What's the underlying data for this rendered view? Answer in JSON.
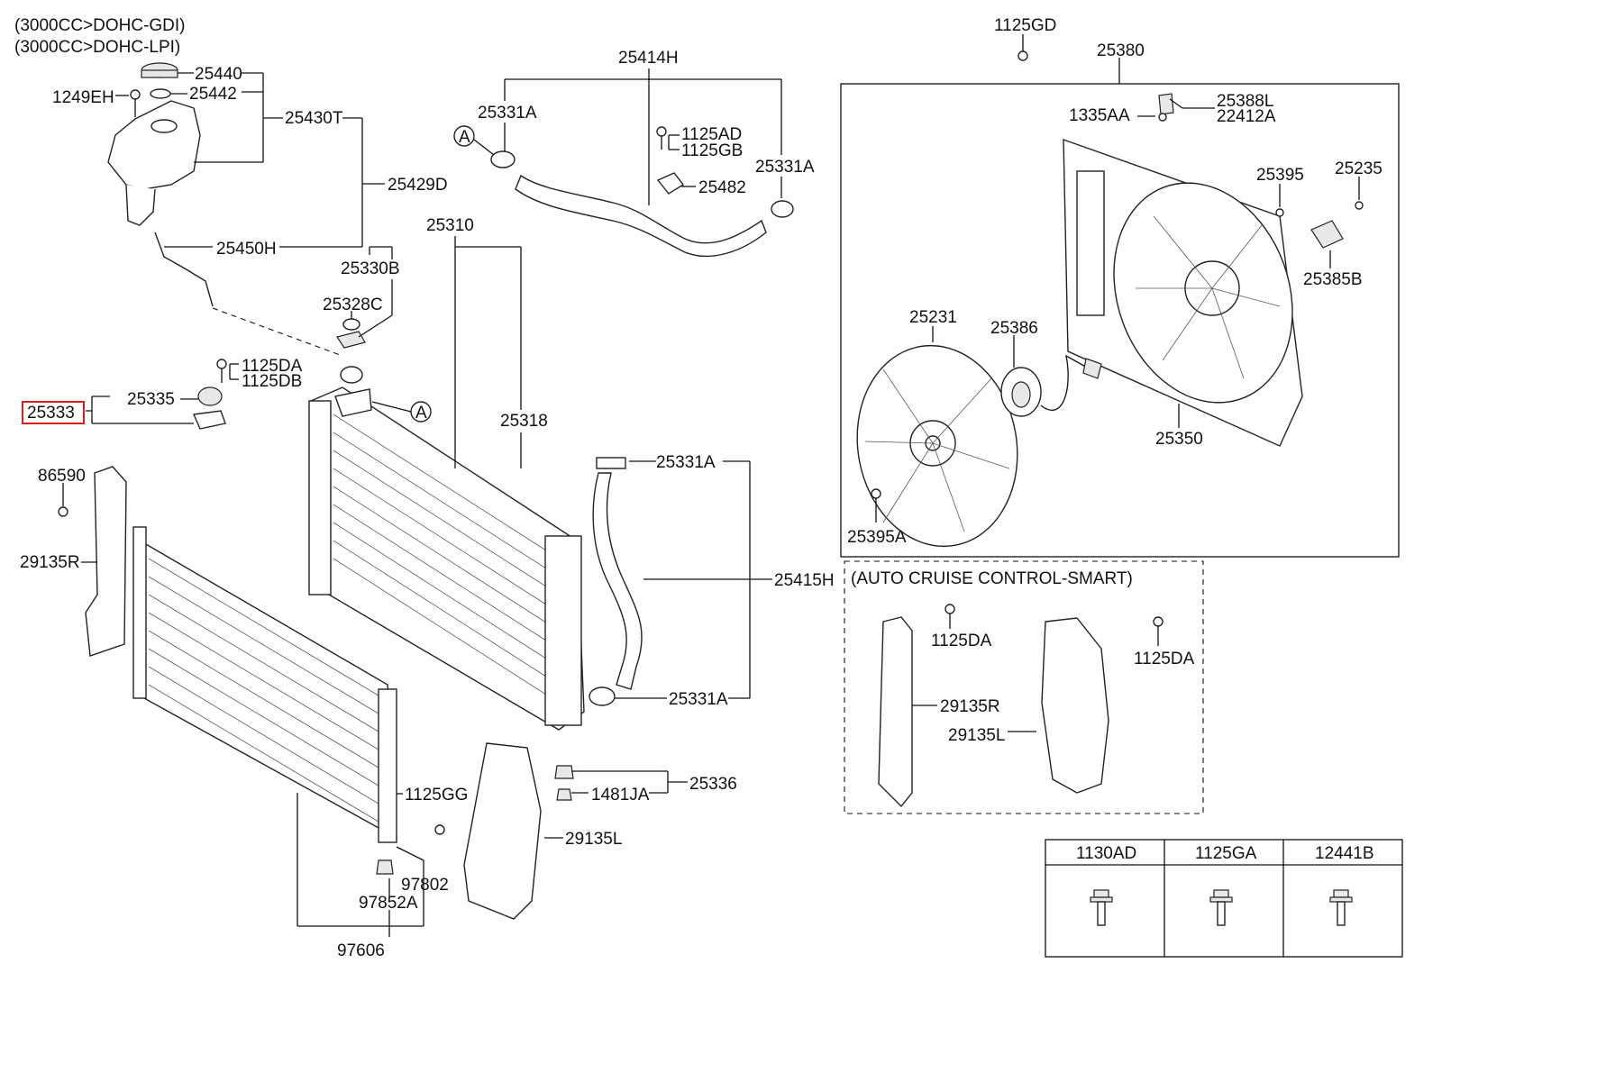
{
  "headers": {
    "line1": "(3000CC>DOHC-GDI)",
    "line2": "(3000CC>DOHC-LPI)"
  },
  "labels": {
    "p25440": "25440",
    "p25442": "25442",
    "p1249EH": "1249EH",
    "p25430T": "25430T",
    "p25429D": "25429D",
    "p25450H": "25450H",
    "p25414H": "25414H",
    "p25331A_top_left": "25331A",
    "p25331A_top_right": "25331A",
    "p1125AD": "1125AD",
    "p1125GB": "1125GB",
    "p25482": "25482",
    "p25310": "25310",
    "p25330B": "25330B",
    "p25328C": "25328C",
    "p1125DA_left": "1125DA",
    "p1125DB": "1125DB",
    "p25335": "25335",
    "p25333": "25333",
    "p25318": "25318",
    "p86590": "86590",
    "p29135R_left": "29135R",
    "p25331A_mid": "25331A",
    "p25415H": "25415H",
    "p25331A_low": "25331A",
    "p25336": "25336",
    "p1481JA": "1481JA",
    "p1125GG": "1125GG",
    "p29135L_left": "29135L",
    "p97802": "97802",
    "p97852A": "97852A",
    "p97606": "97606",
    "p1125GD": "1125GD",
    "p25380": "25380",
    "p1335AA": "1335AA",
    "p25388L": "25388L",
    "p22412A": "22412A",
    "p25395": "25395",
    "p25235": "25235",
    "p25385B": "25385B",
    "p25231": "25231",
    "p25386": "25386",
    "p25350": "25350",
    "p25395A": "25395A",
    "p1125DA_ac1": "1125DA",
    "p1125DA_ac2": "1125DA",
    "p29135R_ac": "29135R",
    "p29135L_ac": "29135L",
    "callout_A": "A"
  },
  "option_box": {
    "title": "(AUTO CRUISE CONTROL-SMART)"
  },
  "fastener_table": {
    "columns": [
      "1130AD",
      "1125GA",
      "12441B"
    ]
  },
  "highlight_color": "#d61f1f"
}
